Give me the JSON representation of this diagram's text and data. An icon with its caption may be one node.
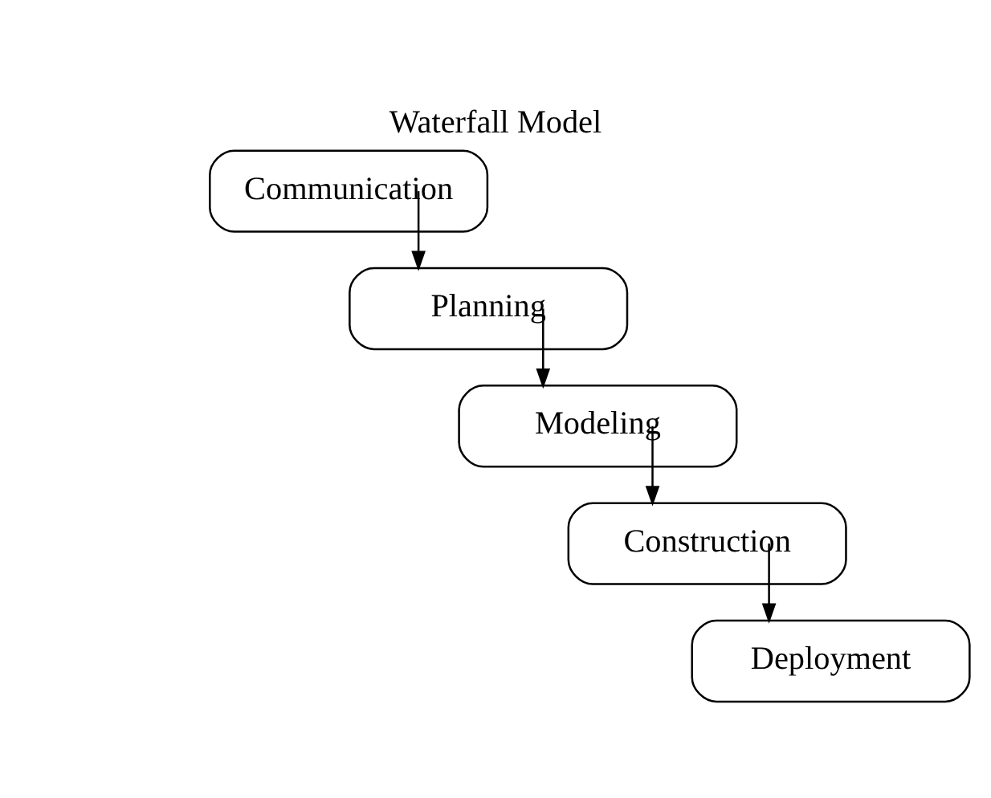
{
  "diagram": {
    "title": "Waterfall Model",
    "nodes": [
      {
        "text": [
          "Communication"
        ]
      },
      {
        "text": [
          "Planning"
        ]
      },
      {
        "text": [
          "Modeling"
        ]
      },
      {
        "text": [
          "Construction"
        ]
      },
      {
        "text": [
          "Deployment"
        ]
      }
    ],
    "edges": [
      {
        "from": 0,
        "to": 1,
        "arrow": "to"
      },
      {
        "from": 1,
        "to": 2,
        "arrow": "to"
      },
      {
        "from": 2,
        "to": 3,
        "arrow": "to"
      },
      {
        "from": 3,
        "to": 4,
        "arrow": "to"
      }
    ]
  }
}
